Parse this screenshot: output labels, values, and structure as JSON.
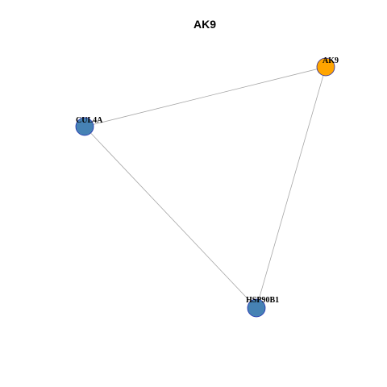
{
  "diagram": {
    "title": "AK9",
    "nodes": [
      {
        "id": "AK9",
        "label": "AK9",
        "fill": "#ffa500",
        "stroke": "#2b2b9c"
      },
      {
        "id": "CUL4A",
        "label": "CUL4A",
        "fill": "#4682b4",
        "stroke": "#1f2fb0"
      },
      {
        "id": "HSP90B1",
        "label": "HSP90B1",
        "fill": "#4682b4",
        "stroke": "#1f2fb0"
      }
    ],
    "edges": [
      {
        "source": "AK9",
        "target": "CUL4A"
      },
      {
        "source": "AK9",
        "target": "HSP90B1"
      },
      {
        "source": "CUL4A",
        "target": "HSP90B1"
      }
    ]
  }
}
